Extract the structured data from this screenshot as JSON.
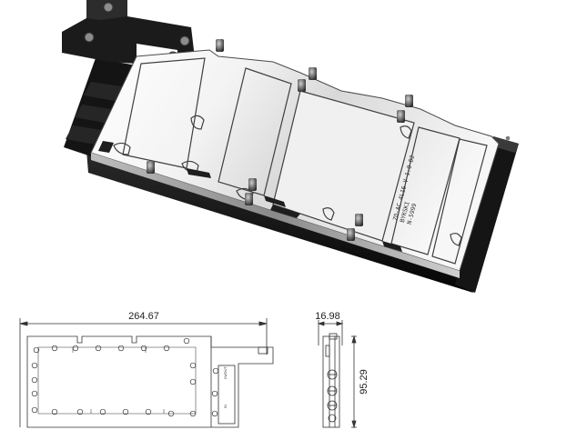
{
  "product_render": {
    "engraving": [
      "ZO-AC 4L16 V 1.0 D2",
      "BYKSKI",
      "N-5999"
    ]
  },
  "drawing": {
    "length_dim": "264.67",
    "thickness_dim": "16.98",
    "height_dim": "95.29",
    "port_label_top": "IN/OUT",
    "port_label_bottom": "IN"
  }
}
